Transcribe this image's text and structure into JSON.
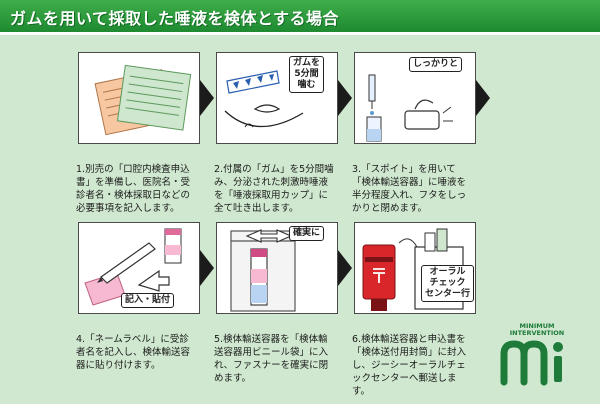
{
  "header": {
    "title": "ガムを用いて採取した唾液を検体とする場合"
  },
  "steps": [
    {
      "number": "1.",
      "text": "別売の「口腔内検査申込書」を準備し、医院名・受診者名・検体採取日などの必要事項を記入します。"
    },
    {
      "number": "2.",
      "text": "付属の「ガム」を5分間噛み、分泌された刺激時唾液を「唾液採取用カップ」に全て吐き出します。",
      "tag": "ガムを\n5分間\n噛む"
    },
    {
      "number": "3.",
      "text": "「スポイト」を用いて「検体輸送容器」に唾液を半分程度入れ、フタをしっかりと閉めます。",
      "tag": "しっかりと"
    },
    {
      "number": "4.",
      "text": "「ネームラベル」に受診者名を記入し、検体輸送容器に貼り付けます。",
      "tag": "記入・貼付"
    },
    {
      "number": "5.",
      "text": "検体輸送容器を「検体輸送容器用ビニール袋」に入れ、ファスナーを確実に閉めます。",
      "tag": "確実に"
    },
    {
      "number": "6.",
      "text": "検体輸送容器と申込書を「検体送付用封筒」に封入し、ジーシーオーラルチェックセンターへ郵送します。",
      "tag": "オーラル\nチェック\nセンター行"
    }
  ],
  "logo": {
    "line1": "MINIMUM",
    "line2": "INTERVENTION",
    "mark": "Mi"
  },
  "colors": {
    "header_green": "#2b9a3c",
    "panel_green": "#cfe8cf",
    "logo_green": "#1e7b3a"
  }
}
